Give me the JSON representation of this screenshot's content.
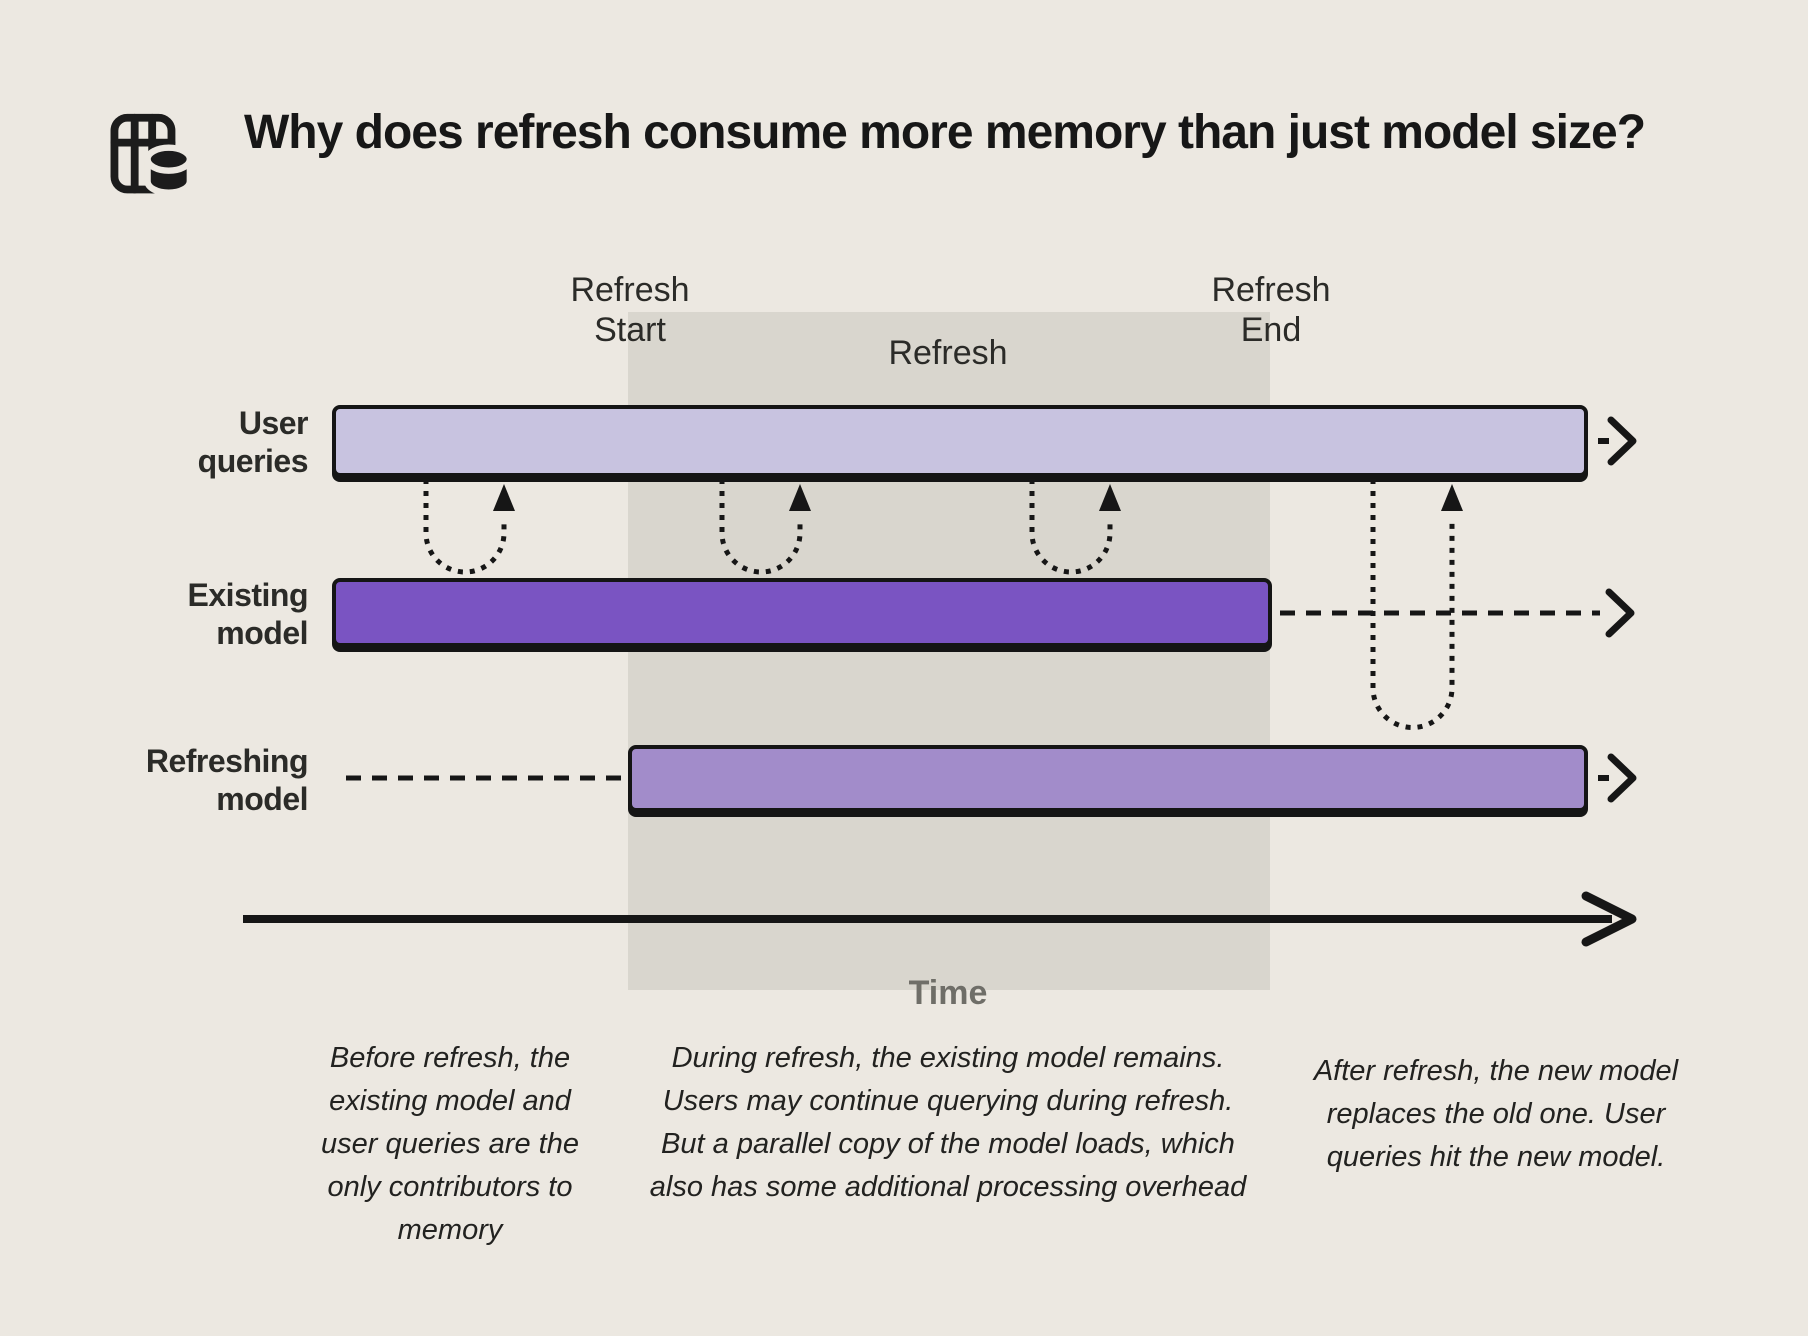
{
  "header": {
    "title": "Why does refresh consume more memory than just model size?",
    "icon": "table-database-icon"
  },
  "diagram": {
    "refresh_start_label": "Refresh\nStart",
    "refresh_window_label": "Refresh",
    "refresh_end_label": "Refresh\nEnd",
    "time_axis_label": "Time",
    "rows": [
      {
        "label": "User\nqueries"
      },
      {
        "label": "Existing\nmodel"
      },
      {
        "label": "Refreshing\nmodel"
      }
    ]
  },
  "captions": {
    "before": "Before refresh, the\nexisting model and\nuser queries are the\nonly contributors to\nmemory",
    "during": "During refresh, the existing model remains.\nUsers may continue querying during refresh.\nBut a parallel copy of the model loads, which\nalso has some additional processing overhead",
    "after": "After refresh, the new model\nreplaces the old one. User\nqueries hit the new model."
  },
  "colors": {
    "background": "#ece8e1",
    "refresh_window": "#d9d6ce",
    "user_queries_bar": "#c8c3e0",
    "existing_model_bar": "#7a54c2",
    "refreshing_model_bar": "#a28cca",
    "ink": "#161616",
    "time_label": "#6f6e68"
  }
}
